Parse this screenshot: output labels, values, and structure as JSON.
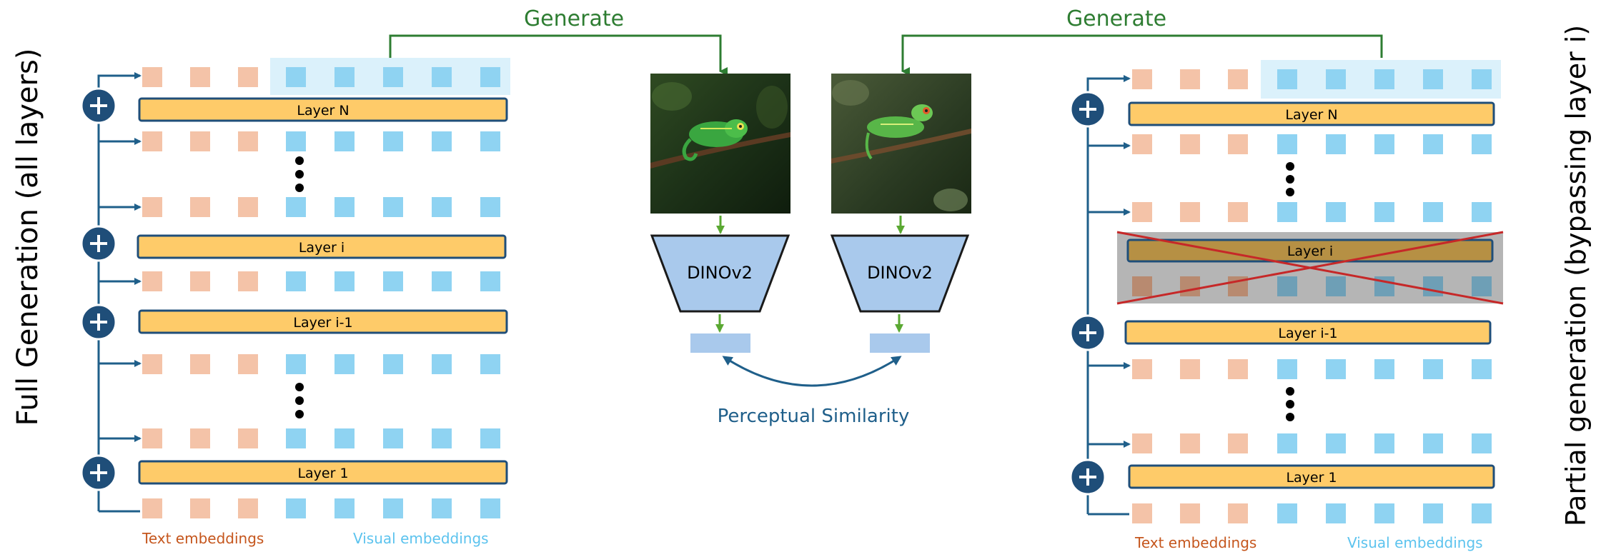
{
  "left_panel": {
    "side_label": "Full Generation (all layers)",
    "layers": [
      "Layer N",
      "Layer i",
      "Layer i-1",
      "Layer 1"
    ],
    "legend_text": "Text embeddings",
    "legend_visual": "Visual embeddings"
  },
  "right_panel": {
    "side_label": "Partial generation (bypassing layer i)",
    "layers": [
      "Layer N",
      "Layer i",
      "Layer i-1",
      "Layer 1"
    ],
    "legend_text": "Text embeddings",
    "legend_visual": "Visual embeddings"
  },
  "center": {
    "generate_left": "Generate",
    "generate_right": "Generate",
    "encoder_left": "DINOv2",
    "encoder_right": "DINOv2",
    "similarity_label": "Perceptual Similarity"
  },
  "colors": {
    "text_token": "#f4c3a8",
    "visual_token": "#8fd3f2",
    "visual_highlight": "#dbf1fb",
    "layer_fill": "#fecb69",
    "layer_stroke": "#1f4e79",
    "plus_fill": "#1f4e79",
    "residual_line": "#1f5f8a",
    "generate_line": "#2e7d32",
    "encoder_fill": "#a9c9ec",
    "feature_fill": "#a9c9ec",
    "cross_red": "#c62828",
    "legend_text_color": "#c5561d",
    "legend_visual_color": "#5cc3ee",
    "similarity_color": "#1f5f8a"
  }
}
